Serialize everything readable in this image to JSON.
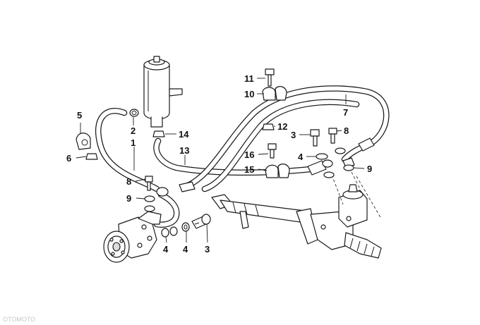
{
  "callouts": {
    "c1": "1",
    "c2": "2",
    "c3a": "3",
    "c3b": "3",
    "c4a": "4",
    "c4b": "4",
    "c4c": "4",
    "c5": "5",
    "c6": "6",
    "c7": "7",
    "c8a": "8",
    "c8b": "8",
    "c9a": "9",
    "c9b": "9",
    "c10": "10",
    "c11": "11",
    "c12": "12",
    "c13": "13",
    "c14": "14",
    "c15": "15",
    "c16": "16"
  },
  "watermark": "OTOMOTO"
}
